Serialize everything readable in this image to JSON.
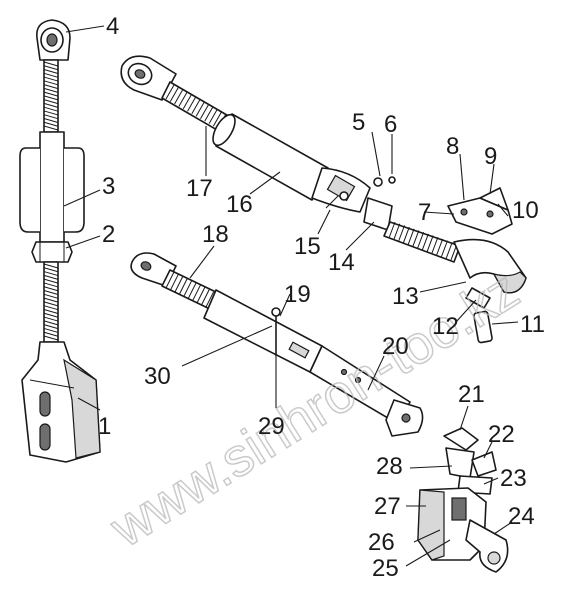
{
  "diagram": {
    "watermark": "www.sinhron-too.kz",
    "callouts": [
      "1",
      "2",
      "3",
      "4",
      "5",
      "6",
      "7",
      "8",
      "9",
      "10",
      "11",
      "12",
      "13",
      "14",
      "15",
      "16",
      "17",
      "18",
      "19",
      "20",
      "21",
      "22",
      "23",
      "24",
      "25",
      "26",
      "27",
      "28",
      "29",
      "30"
    ]
  }
}
